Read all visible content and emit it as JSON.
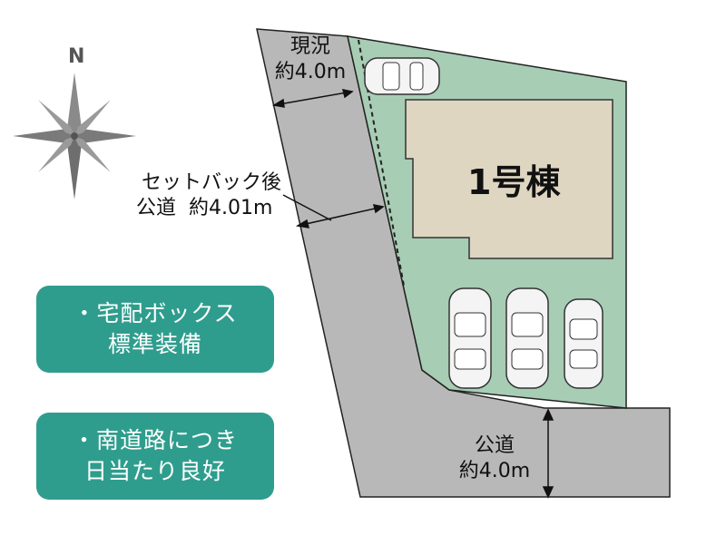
{
  "compass": {
    "north_label": "N",
    "icon": "compass-rose-icon"
  },
  "roads": {
    "existing_road": {
      "line1": "現況",
      "line2": "約4.0m"
    },
    "setback_road": {
      "line1": "セットバック後",
      "line2": "公道  約4.01m"
    },
    "south_road": {
      "line1": "公道",
      "line2": "約4.0m"
    }
  },
  "lot": {
    "building_label": "1号棟"
  },
  "features": [
    {
      "line1": "・宅配ボックス",
      "line2": "標準装備"
    },
    {
      "line1": "・南道路につき",
      "line2": "日当たり良好"
    }
  ],
  "colors": {
    "road": "#b8b8b8",
    "lot": "#a7cdb4",
    "building": "#ded6c1",
    "feature_box": "#2f9d8d"
  }
}
